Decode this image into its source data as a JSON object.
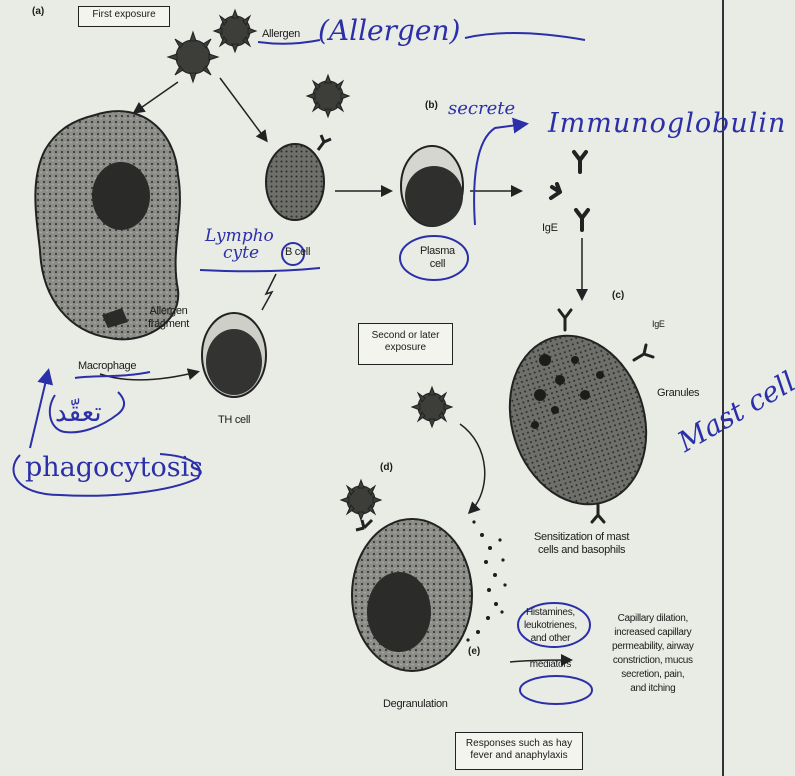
{
  "panel_tags": {
    "a": "(a)",
    "b": "(b)",
    "c": "(c)",
    "d": "(d)",
    "e": "(e)"
  },
  "labels": {
    "first_exposure": "First exposure",
    "allergen": "Allergen",
    "b_cell": "B cell",
    "plasma_cell_line1": "Plasma",
    "plasma_cell_line2": "cell",
    "ige": "IgE",
    "ige_small": "IgE",
    "allergen_fragment_line1": "Allergen",
    "allergen_fragment_line2": "fragment",
    "macrophage": "Macrophage",
    "th_cell": "TH cell",
    "second_exposure_line1": "Second or later",
    "second_exposure_line2": "exposure",
    "granules": "Granules",
    "sensitization_line1": "Sensitization of mast",
    "sensitization_line2": "cells and basophils",
    "histamines_line1": "Histamines,",
    "histamines_line2": "leukotrienes,",
    "histamines_line3": "and other",
    "histamines_line4": "mediators",
    "effects_line1": "Capillary dilation,",
    "effects_line2": "increased capillary",
    "effects_line3": "permeability, airway",
    "effects_line4": "constriction, mucus",
    "effects_line5": "secretion, pain,",
    "effects_line6": "and itching",
    "degranulation": "Degranulation",
    "responses_line1": "Responses such as hay",
    "responses_line2": "fever and anaphylaxis"
  },
  "handwriting": {
    "allergen_note": "(Allergen)",
    "secrete": "secrete",
    "immunoglobulin": "Immunoglobulin",
    "lymphocyte_line1": "Lympho",
    "lymphocyte_line2": "cyte",
    "arabic_note": "تعقّد",
    "phagocytosis": "phagocytosis",
    "mast_cell": "Mast cell"
  },
  "colors": {
    "ink_blue": "#2b2fa8",
    "paper": "#e9ebe5",
    "print": "#1c1c1c"
  }
}
